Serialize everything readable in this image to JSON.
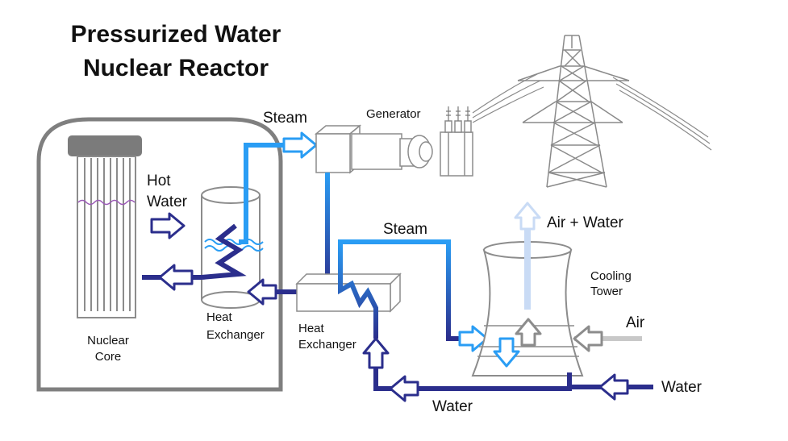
{
  "title": {
    "line1": "Pressurized Water",
    "line2": "Nuclear Reactor"
  },
  "labels": {
    "steam_top": "Steam",
    "generator": "Generator",
    "hot_water_1": "Hot",
    "hot_water_2": "Water",
    "steam_mid": "Steam",
    "air_water": "Air + Water",
    "cooling_tower_1": "Cooling",
    "cooling_tower_2": "Tower",
    "air": "Air",
    "water_right": "Water",
    "water_bottom": "Water",
    "nuclear_core_1": "Nuclear",
    "nuclear_core_2": "Core",
    "heat_exchanger_1_a": "Heat",
    "heat_exchanger_1_b": "Exchanger",
    "heat_exchanger_2_a": "Heat",
    "heat_exchanger_2_b": "Exchanger"
  },
  "colors": {
    "steam": "#2a9df4",
    "cold_water": "#2b2e8c",
    "hot_water": "#c4161c",
    "air": "#c8c8c8",
    "air_water": "#c9dbf5",
    "outline": "#777777"
  }
}
